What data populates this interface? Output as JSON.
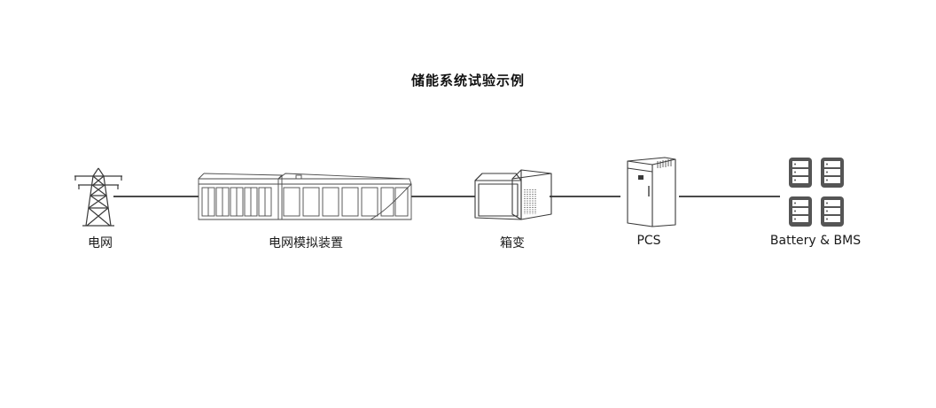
{
  "title": "储能系统试验示例",
  "nodes": [
    {
      "label": "电网",
      "icon": "transmission-tower-icon"
    },
    {
      "label": "电网模拟装置",
      "icon": "grid-simulator-container-icon"
    },
    {
      "label": "箱变",
      "icon": "box-transformer-icon"
    },
    {
      "label": "PCS",
      "icon": "pcs-cabinet-icon"
    },
    {
      "label": "Battery & BMS",
      "icon": "battery-rack-icon"
    }
  ],
  "colors": {
    "line": "#4a4a4a",
    "icon_stroke": "#3a3a3a",
    "battery_fill": "#555555"
  }
}
